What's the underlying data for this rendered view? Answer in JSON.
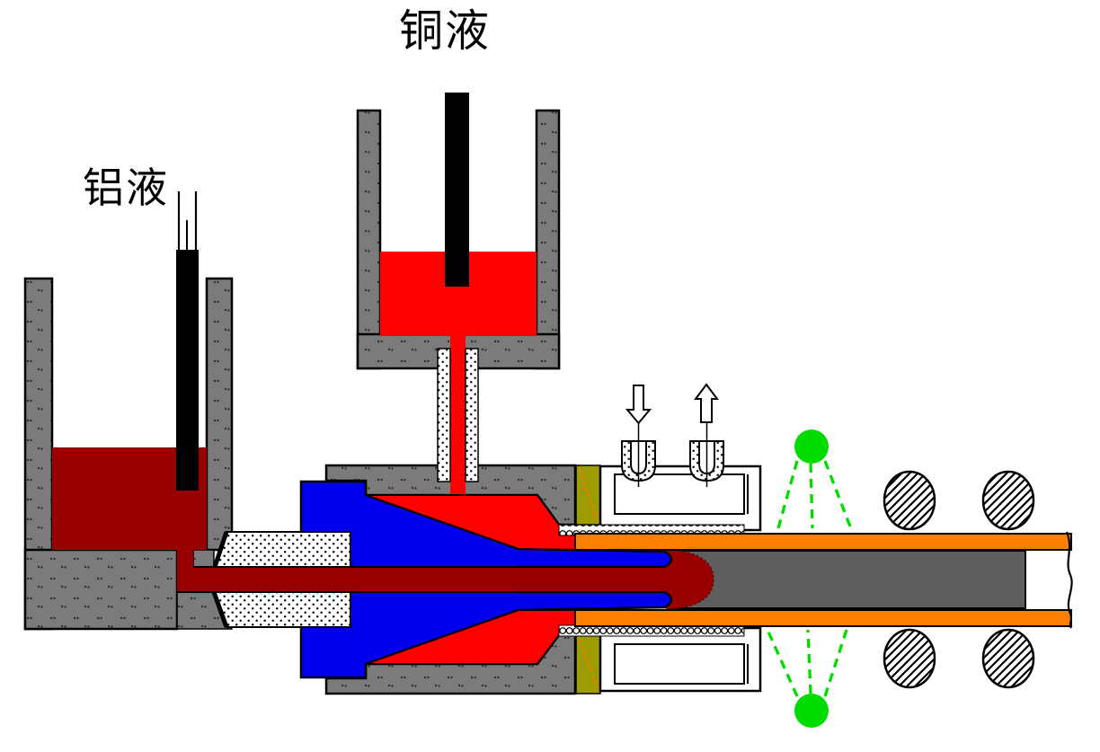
{
  "labels": {
    "copper_liquid": "铜液",
    "aluminum_liquid": "铝液"
  },
  "icons": {
    "coolant_inlet_arrow": "hollow-down-arrow",
    "coolant_outlet_arrow": "hollow-up-arrow"
  },
  "colors": {
    "molten_copper": "#FF0000",
    "molten_aluminum": "#990000",
    "die_body_blue": "#0000EE",
    "copper_tube_orange": "#FF8000",
    "solidified_core_gray": "#5E5E5E",
    "housing_gray": "#7B7B7B",
    "graphite_ring_olive": "#9C9C00",
    "indicator_green": "#00DC00",
    "ring_accent_orange": "#FF7700",
    "outline_black": "#000000"
  }
}
